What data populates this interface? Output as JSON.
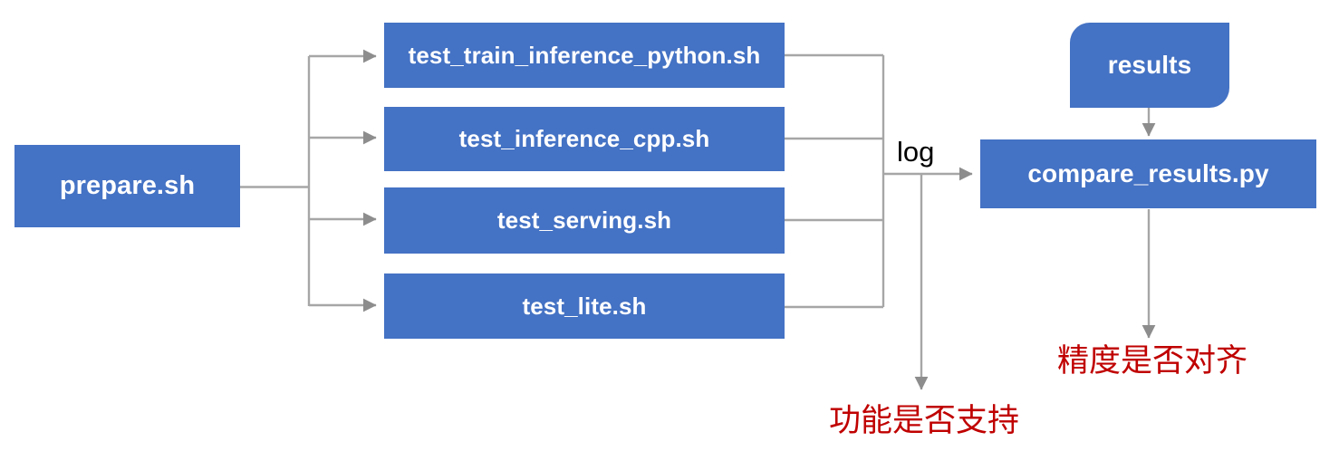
{
  "diagram": {
    "title_nodes": {
      "entry": {
        "label": "prepare.sh"
      },
      "compare": {
        "label": "compare_results.py"
      },
      "results": {
        "label": "results"
      }
    },
    "steps": [
      {
        "label": "test_train_inference_python.sh"
      },
      {
        "label": "test_inference_cpp.sh"
      },
      {
        "label": "test_serving.sh"
      },
      {
        "label": "test_lite.sh"
      }
    ],
    "edge_labels": {
      "log": "log"
    },
    "notes": [
      {
        "text": "功能是否支持"
      },
      {
        "text": "精度是否对齐"
      }
    ],
    "colors": {
      "node_fill": "#4472C4",
      "node_text": "#FFFFFF",
      "connector": "#A6A6A6",
      "note_text": "#C00000",
      "background": "#FFFFFF"
    }
  }
}
